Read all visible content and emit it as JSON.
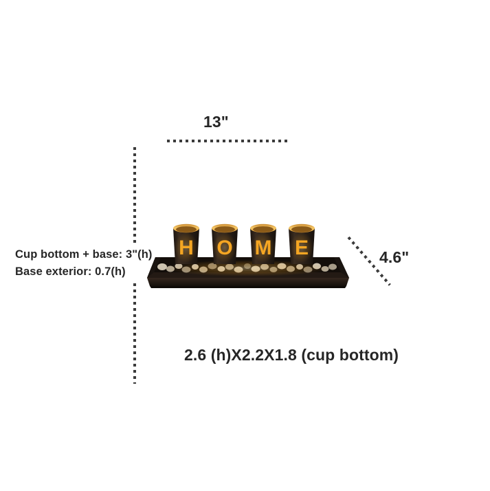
{
  "diagram": {
    "type": "product-dimension-diagram",
    "product_name": "HOME candle holder tray set",
    "background_color": "#ffffff",
    "line_color": "#3b3b3b",
    "text_color": "#262626"
  },
  "dimensions": {
    "width_label": "13\"",
    "depth_label": "4.6\"",
    "cup_bottom_plus_base_label": "Cup bottom + base: 3\"(h)",
    "base_exterior_label": "Base exterior: 0.7(h)",
    "cup_bottom_dims_label": "2.6 (h)X2.2X1.8 (cup bottom)"
  },
  "product": {
    "letters": [
      "H",
      "O",
      "M",
      "E"
    ],
    "cup_count": 4,
    "colors": {
      "cup_body": "#2e241b",
      "cup_body_dark": "#1d1611",
      "cup_rim_inner": "#e8a33c",
      "cup_rim_bright": "#f6c96a",
      "letter_glow": "#f5a623",
      "letter_core": "#ffd37a",
      "tray_top": "#231a14",
      "tray_front": "#2b211a",
      "tray_edge": "#140f0b",
      "pebble_light": "#cdc3b0",
      "pebble_mid": "#a79c88",
      "pebble_dark": "#6f6757"
    }
  }
}
